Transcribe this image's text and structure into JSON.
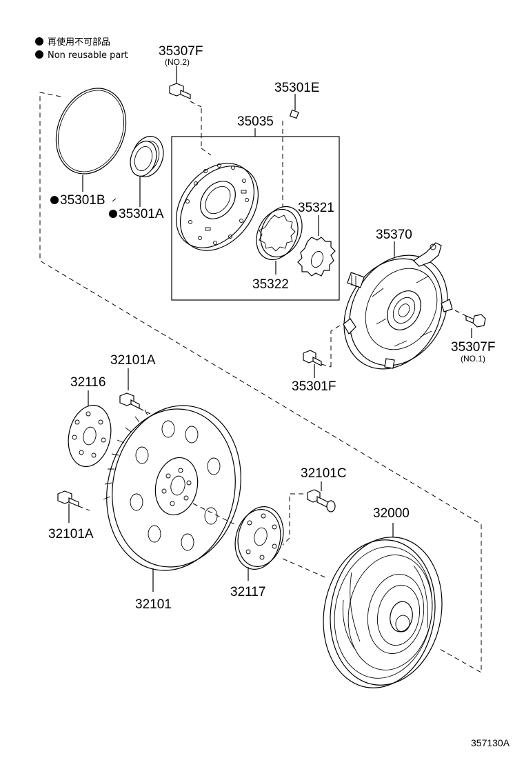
{
  "legend": {
    "line1": "再使用不可部品",
    "line2": "Non  reusable part"
  },
  "parts": {
    "p35307F_no2": {
      "number": "35307F",
      "sub": "(NO.2)"
    },
    "p35301E": {
      "number": "35301E"
    },
    "p35035": {
      "number": "35035"
    },
    "p35301B": {
      "number": "35301B"
    },
    "p35301A": {
      "number": "35301A"
    },
    "p35321": {
      "number": "35321"
    },
    "p35322": {
      "number": "35322"
    },
    "p35370": {
      "number": "35370"
    },
    "p35307F_no1": {
      "number": "35307F",
      "sub": "(NO.1)"
    },
    "p35301F": {
      "number": "35301F"
    },
    "p32101A_top": {
      "number": "32101A"
    },
    "p32116": {
      "number": "32116"
    },
    "p32101C": {
      "number": "32101C"
    },
    "p32000": {
      "number": "32000"
    },
    "p32101A_left": {
      "number": "32101A"
    },
    "p32117": {
      "number": "32117"
    },
    "p32101": {
      "number": "32101"
    }
  },
  "diagram_code": "357130A"
}
